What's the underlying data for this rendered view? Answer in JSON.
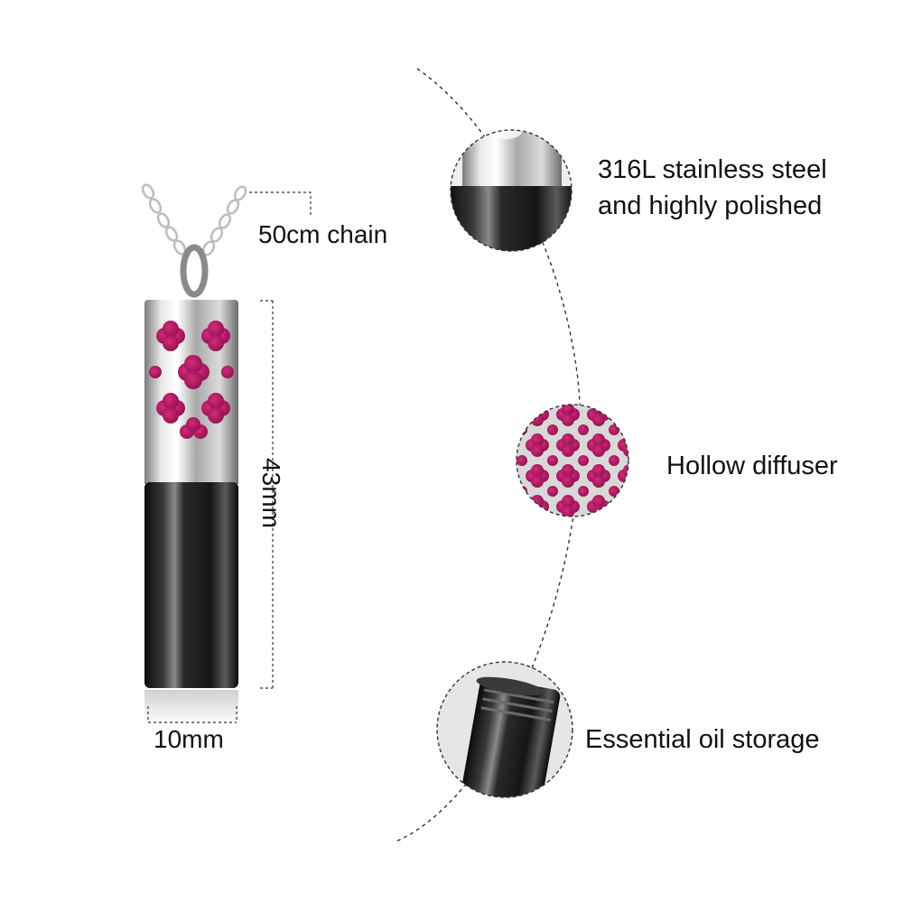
{
  "product": {
    "dimensions": {
      "chain_length": "50cm chain",
      "height": "43mm",
      "width": "10mm"
    },
    "features": [
      {
        "label_lines": [
          "316L stainless steel",
          "and highly polished"
        ],
        "icon": "polished-steel-closeup"
      },
      {
        "label_lines": [
          "Hollow diffuser"
        ],
        "icon": "hollow-diffuser-closeup"
      },
      {
        "label_lines": [
          "Essential oil storage"
        ],
        "icon": "oil-storage-closeup"
      }
    ]
  },
  "colors": {
    "diffuser_pad": "#b0185e",
    "steel": "#c9c9c9",
    "black_body": "#1a1a1a"
  }
}
